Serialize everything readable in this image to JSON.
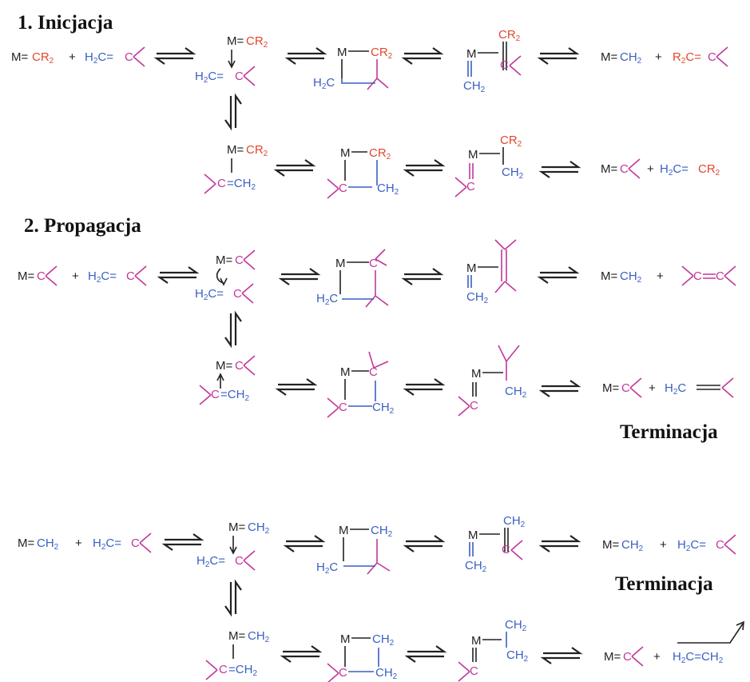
{
  "headings": {
    "initiation": "1. Inicjacja",
    "propagation": "2. Propagacja",
    "termination_1": "Terminacja",
    "termination_2": "Terminacja"
  },
  "labels": {
    "m": "M",
    "eq": "=",
    "cr2": "CR",
    "r2c": "R",
    "ch2": "CH",
    "h2c": "H",
    "c": "C",
    "two": "2",
    "plus": "+"
  },
  "colors": {
    "metal": "#222222",
    "carbene_substituent": "#e0482c",
    "methylene": "#3a5fc4",
    "alkylidene": "#c2389a"
  }
}
